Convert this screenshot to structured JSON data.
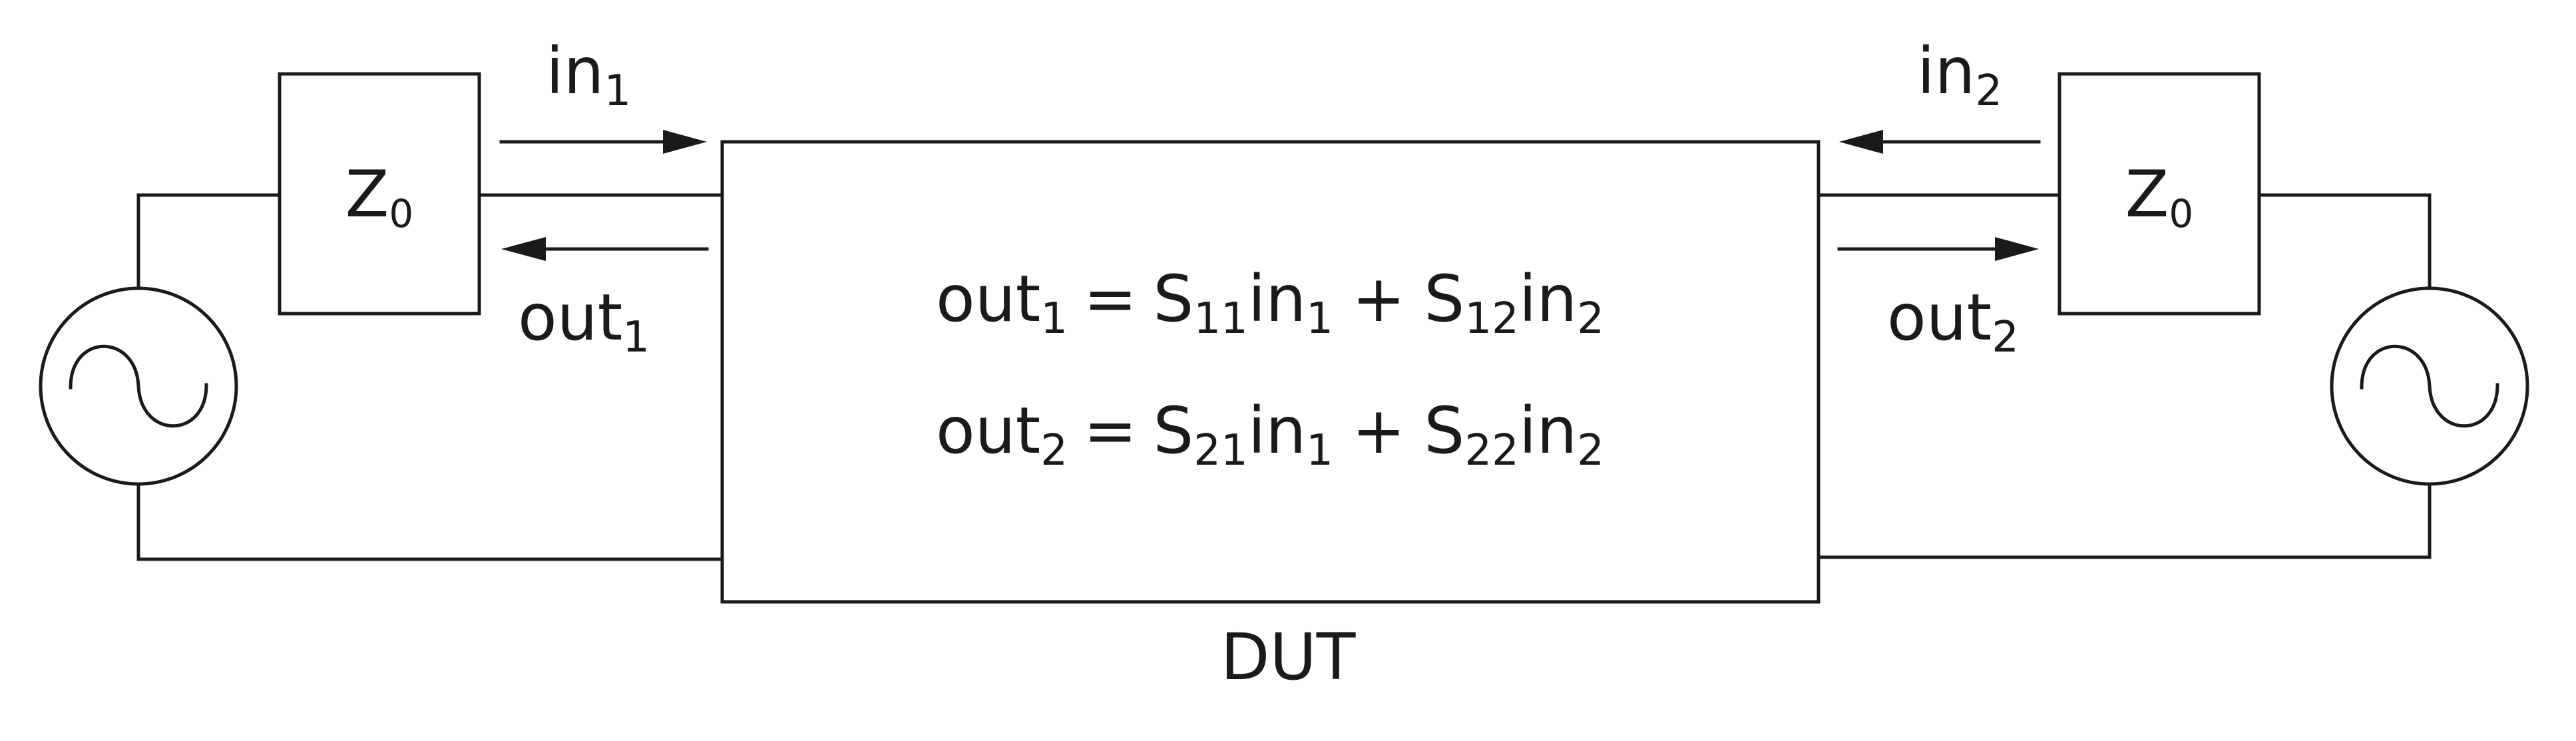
{
  "diagram": {
    "colors": {
      "stroke": "#1a1a1a",
      "background": "#ffffff"
    },
    "dut": {
      "label": "DUT"
    },
    "port1": {
      "impedance": {
        "main": "Z",
        "sub": "0"
      },
      "in": {
        "main": "in",
        "sub": "1"
      },
      "out": {
        "main": "out",
        "sub": "1"
      },
      "source_icon": "ac-source-icon"
    },
    "port2": {
      "impedance": {
        "main": "Z",
        "sub": "0"
      },
      "in": {
        "main": "in",
        "sub": "2"
      },
      "out": {
        "main": "out",
        "sub": "2"
      },
      "source_icon": "ac-source-icon"
    },
    "equations": [
      {
        "lhs": {
          "main": "out",
          "sub": "1"
        },
        "eq": "=",
        "t1": {
          "s": "S",
          "ssub": "11",
          "v": "in",
          "vsub": "1"
        },
        "plus": "+",
        "t2": {
          "s": "S",
          "ssub": "12",
          "v": "in",
          "vsub": "2"
        }
      },
      {
        "lhs": {
          "main": "out",
          "sub": "2"
        },
        "eq": "=",
        "t1": {
          "s": "S",
          "ssub": "21",
          "v": "in",
          "vsub": "1"
        },
        "plus": "+",
        "t2": {
          "s": "S",
          "ssub": "22",
          "v": "in",
          "vsub": "2"
        }
      }
    ]
  }
}
